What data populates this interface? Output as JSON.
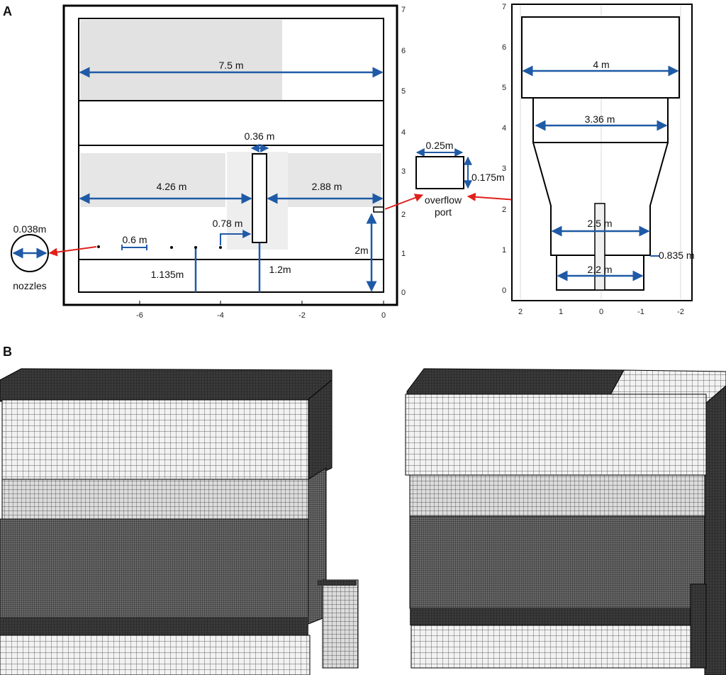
{
  "panels": {
    "a": "A",
    "b": "B"
  },
  "side_view": {
    "dimensions": {
      "width": "7.5 m",
      "baffle_width": "0.36 m",
      "left_section": "4.26 m",
      "right_section": "2.88 m",
      "nozzle_spacing": "0.6 m",
      "baffle_gap": "0.78 m",
      "nozzle_height": "1.135m",
      "baffle_bottom": "1.2m",
      "overflow_height": "2m"
    },
    "x_ticks": [
      "-6",
      "-4",
      "-2",
      "0"
    ],
    "y_ticks": [
      "0",
      "1",
      "2",
      "3",
      "4",
      "5",
      "6",
      "7"
    ]
  },
  "nozzle_detail": {
    "diameter": "0.038m",
    "caption": "nozzles"
  },
  "overflow_detail": {
    "width": "0.25m",
    "height": "0.175m",
    "caption_line1": "overflow",
    "caption_line2": "port"
  },
  "front_view": {
    "dimensions": {
      "top_width": "4 m",
      "upper_width": "3.36 m",
      "lower_width": "2.5 m",
      "bottom_width": "2.2 m",
      "step_height": "0.835 m"
    },
    "x_ticks": [
      "2",
      "1",
      "0",
      "-1",
      "-2"
    ],
    "y_ticks": [
      "0",
      "1",
      "2",
      "3",
      "4",
      "5",
      "6",
      "7"
    ]
  },
  "colors": {
    "dimension": "#1f5aa6",
    "arrow": "#e0201b",
    "outline": "#000000",
    "shade": "#e6e6e6"
  }
}
